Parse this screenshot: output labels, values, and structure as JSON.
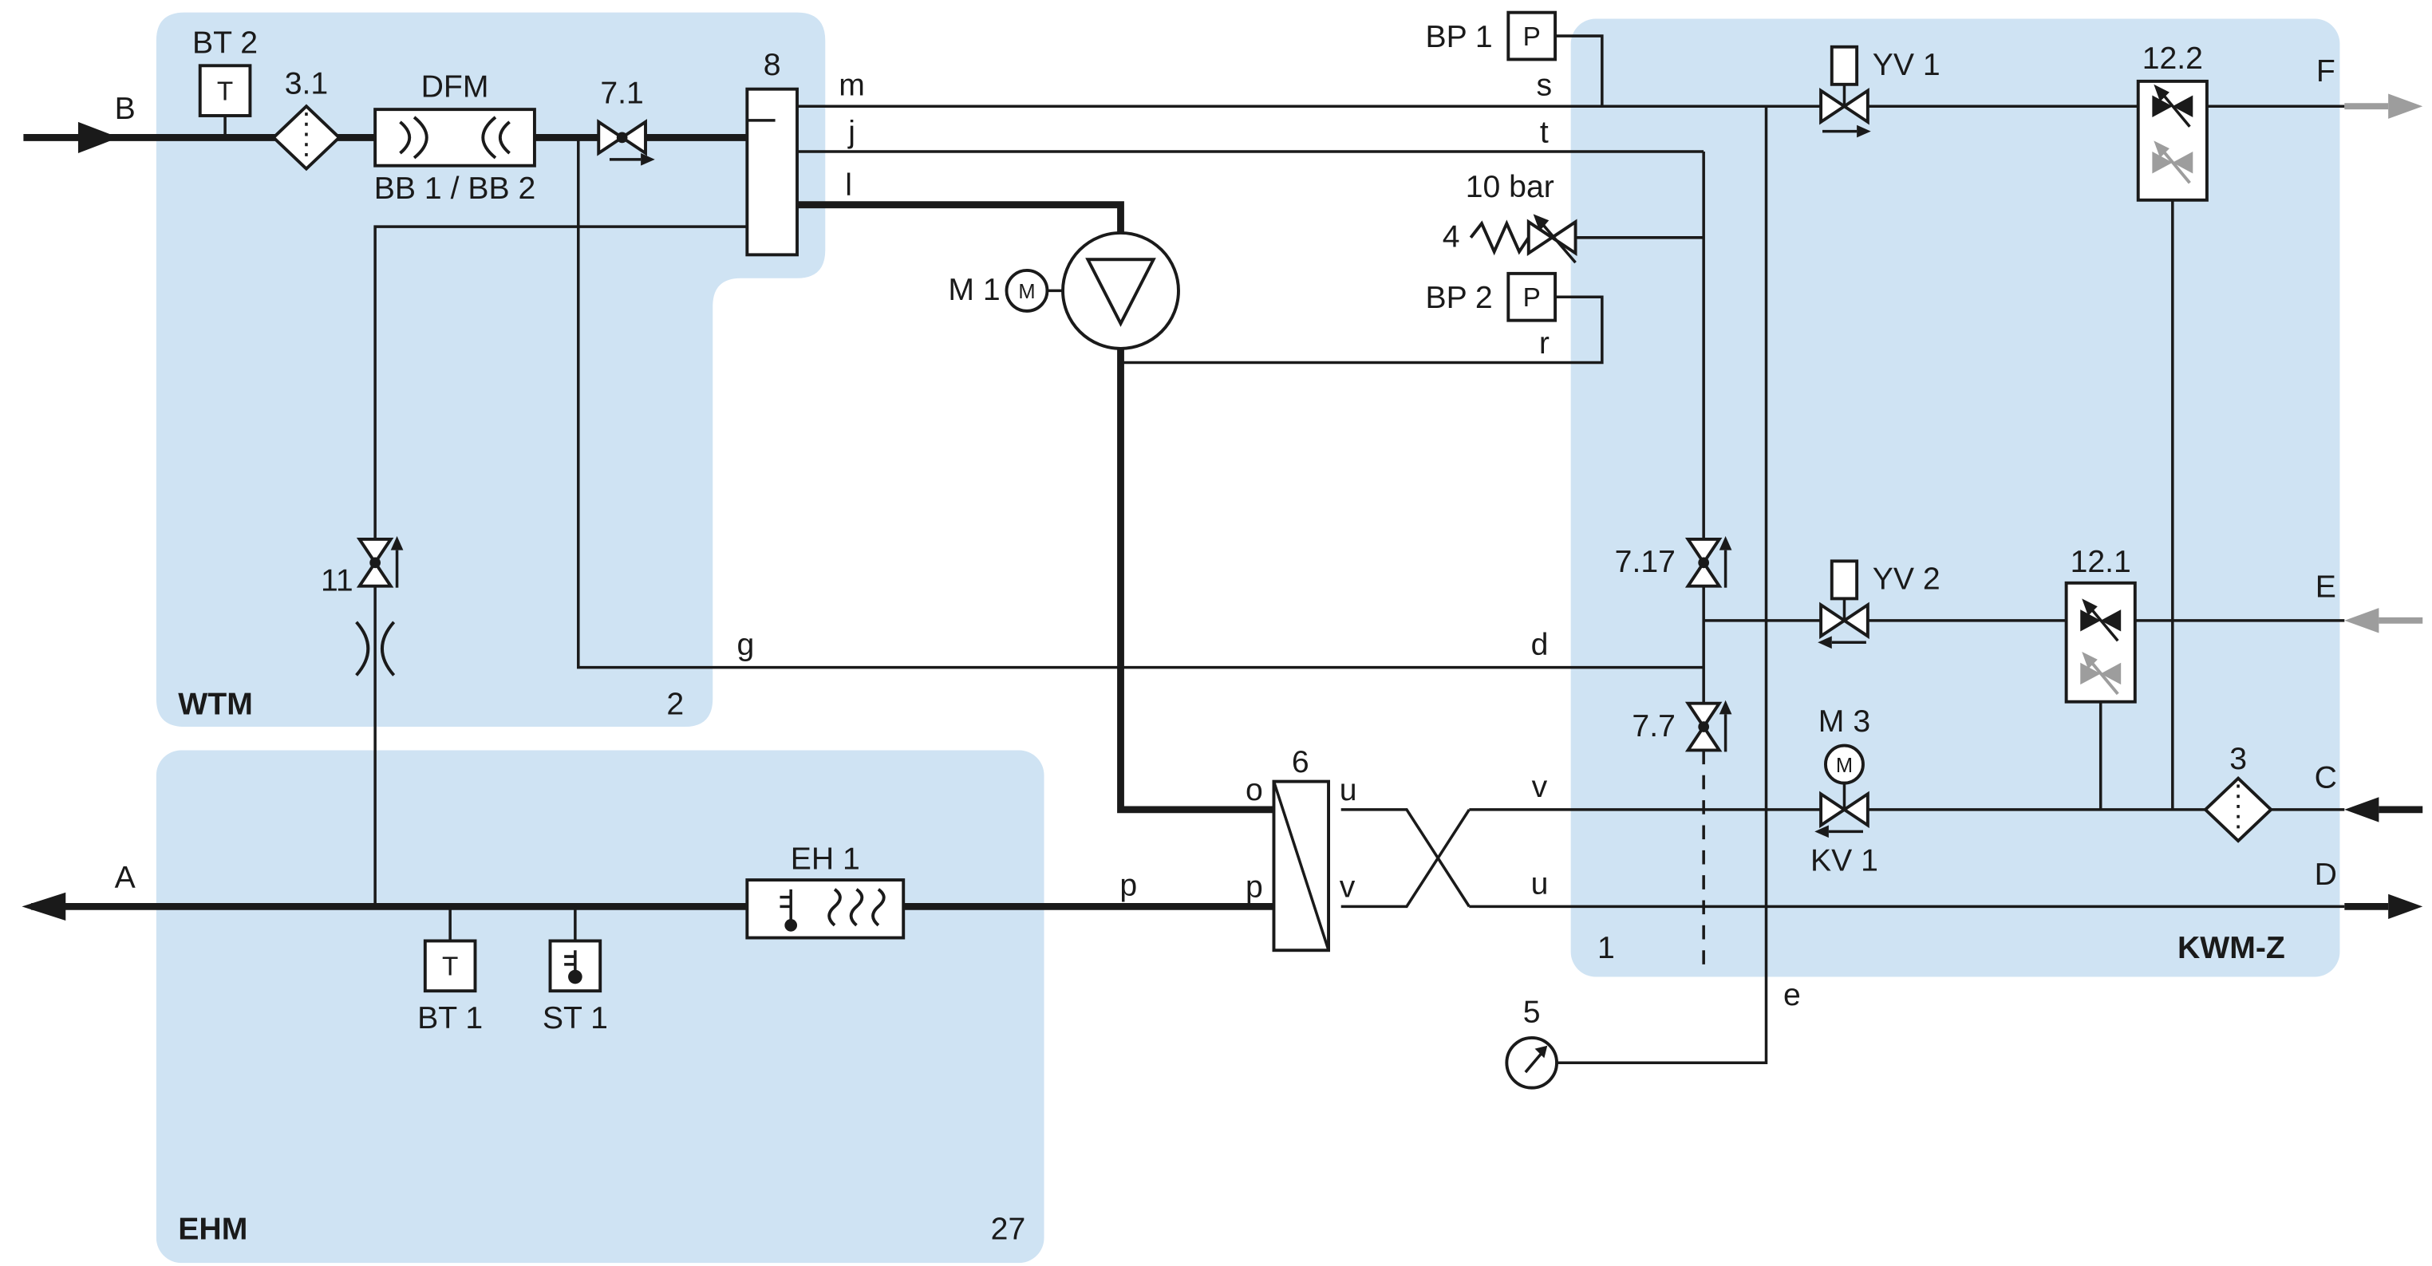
{
  "colors": {
    "module_fill": "#cfe3f3",
    "line": "#1a1a1a",
    "inactive_gray": "#9d9d9d",
    "background": "#ffffff"
  },
  "modules": {
    "wtm": {
      "name": "WTM",
      "number": "2"
    },
    "ehm": {
      "name": "EHM",
      "number": "27"
    },
    "kwmz": {
      "name": "KWM-Z",
      "number": "1"
    }
  },
  "ports": {
    "b": "B",
    "a": "A",
    "f": "F",
    "e": "E",
    "c": "C",
    "d": "D"
  },
  "lines": {
    "m": "m",
    "j": "j",
    "l": "l",
    "s": "s",
    "t": "t",
    "r": "r",
    "g": "g",
    "d": "d",
    "e": "e",
    "p": "p",
    "cross_top": "v",
    "cross_bottom": "u"
  },
  "hx": {
    "label": "6",
    "port_o": "o",
    "port_u": "u",
    "port_p": "p",
    "port_v": "v"
  },
  "components": {
    "bt2": {
      "label": "BT 2",
      "glyph": "T"
    },
    "bt1": {
      "label": "BT 1",
      "glyph": "T"
    },
    "st1": {
      "label": "ST 1"
    },
    "bp1": {
      "label": "BP 1",
      "glyph": "P"
    },
    "bp2": {
      "label": "BP 2",
      "glyph": "P"
    },
    "filter31": {
      "label": "3.1"
    },
    "filter3": {
      "label": "3"
    },
    "dfm": {
      "label": "DFM",
      "sublabel": "BB 1 / BB 2"
    },
    "valve71": {
      "label": "7.1"
    },
    "manifold8": {
      "label": "8"
    },
    "pump": {
      "label": "M 1",
      "glyph": "M"
    },
    "relief": {
      "label": "4",
      "setpoint": "10 bar"
    },
    "yv1": {
      "label": "YV 1"
    },
    "yv2": {
      "label": "YV 2"
    },
    "block122": {
      "label": "12.2"
    },
    "block121": {
      "label": "12.1"
    },
    "valve11": {
      "label": "11"
    },
    "valve717": {
      "label": "7.17"
    },
    "valve77": {
      "label": "7.7"
    },
    "m3": {
      "label": "M 3",
      "glyph": "M",
      "sublabel": "KV 1"
    },
    "gauge5": {
      "label": "5"
    },
    "eh1": {
      "label": "EH 1"
    }
  }
}
